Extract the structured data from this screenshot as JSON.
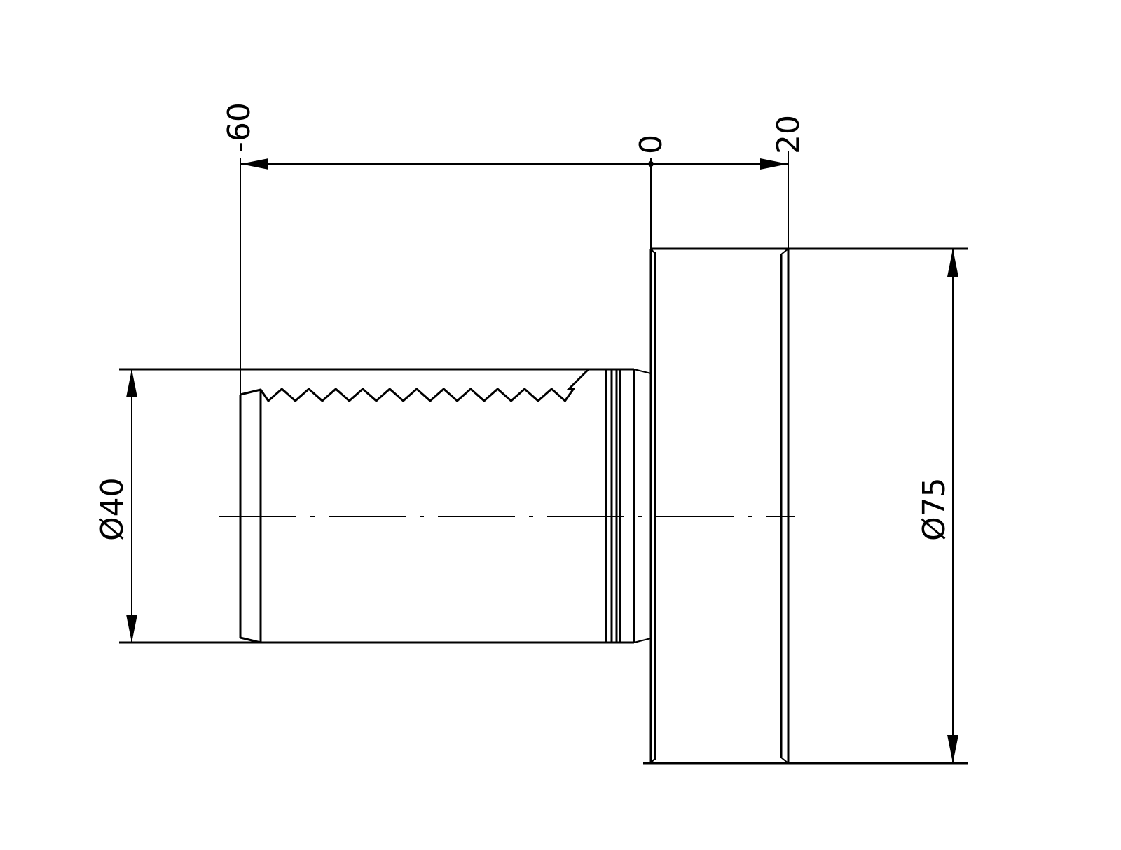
{
  "drawing": {
    "dimensions": {
      "left_position": "-60",
      "origin_position": "0",
      "right_position": "20",
      "small_diameter": "Ø40",
      "large_diameter": "Ø75"
    },
    "line_color": "#000000",
    "background_color": "#ffffff"
  }
}
